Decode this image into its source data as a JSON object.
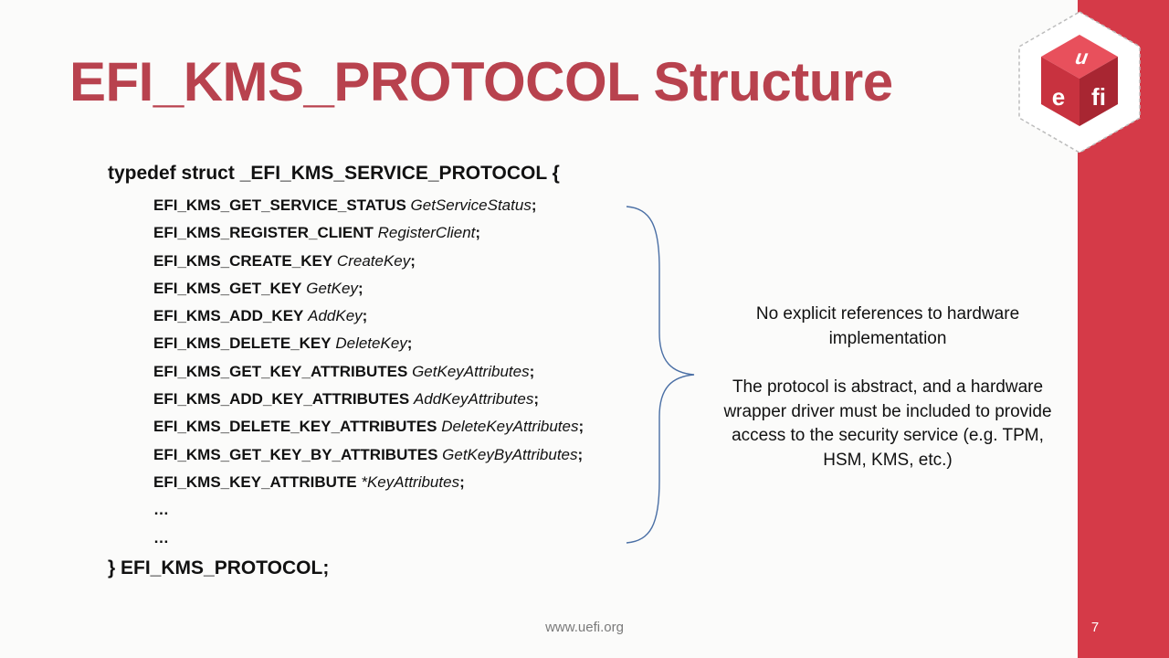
{
  "slide": {
    "title": "EFI_KMS_PROTOCOL Structure",
    "code": {
      "open": "typedef struct _EFI_KMS_SERVICE_PROTOCOL {",
      "members": [
        {
          "type": "EFI_KMS_GET_SERVICE_STATUS",
          "name": "GetServiceStatus",
          "end": ";"
        },
        {
          "type": "EFI_KMS_REGISTER_CLIENT",
          "name": "RegisterClient",
          "end": ";"
        },
        {
          "type": "EFI_KMS_CREATE_KEY",
          "name": "CreateKey",
          "end": ";"
        },
        {
          "type": "EFI_KMS_GET_KEY",
          "name": "GetKey",
          "end": ";"
        },
        {
          "type": "EFI_KMS_ADD_KEY",
          "name": "AddKey",
          "end": ";"
        },
        {
          "type": "EFI_KMS_DELETE_KEY",
          "name": "DeleteKey",
          "end": ";"
        },
        {
          "type": "EFI_KMS_GET_KEY_ATTRIBUTES",
          "name": "GetKeyAttributes",
          "end": ";"
        },
        {
          "type": "EFI_KMS_ADD_KEY_ATTRIBUTES",
          "name": "AddKeyAttributes",
          "end": ";"
        },
        {
          "type": "EFI_KMS_DELETE_KEY_ATTRIBUTES",
          "name": "DeleteKeyAttributes",
          "end": ";"
        },
        {
          "type": "EFI_KMS_GET_KEY_BY_ATTRIBUTES",
          "name": "GetKeyByAttributes",
          "end": ";"
        },
        {
          "type": "EFI_KMS_KEY_ATTRIBUTE",
          "name": "*KeyAttributes",
          "end": ";"
        },
        {
          "type": "…",
          "name": "",
          "end": ""
        },
        {
          "type": "…",
          "name": "",
          "end": ""
        }
      ],
      "close": "} EFI_KMS_PROTOCOL;"
    },
    "notes": [
      "No explicit references to hardware implementation",
      "The protocol is abstract, and a hardware wrapper driver must be included to provide access to the security service (e.g. TPM, HSM, KMS, etc.)"
    ],
    "footer_url": "www.uefi.org",
    "page_number": "7",
    "logo_text": "uefi"
  },
  "colors": {
    "title": "#b8424e",
    "accent_bar": "#d53a48",
    "brace": "#4a6fa5"
  }
}
